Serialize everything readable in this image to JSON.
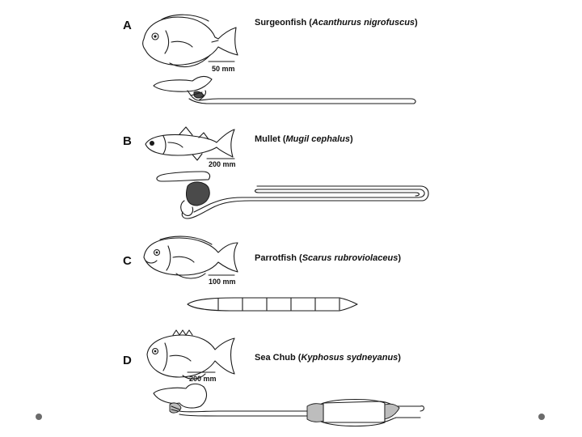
{
  "panels": [
    {
      "letter": "A",
      "common_name": "Surgeonfish",
      "scientific_name": "Acanthurus nigrofuscus",
      "scale": "50 mm"
    },
    {
      "letter": "B",
      "common_name": "Mullet",
      "scientific_name": "Mugil cephalus",
      "scale": "200 mm"
    },
    {
      "letter": "C",
      "common_name": "Parrotfish",
      "scientific_name": "Scarus rubroviolaceus",
      "scale": "100 mm"
    },
    {
      "letter": "D",
      "common_name": "Sea Chub",
      "scientific_name": "Kyphosus sydneyanus",
      "scale": "200 mm"
    }
  ],
  "colors": {
    "ink": "#1a1a1a",
    "nav_dot": "#6b6b6b",
    "background": "#ffffff"
  },
  "nav": {
    "prev_icon": "circle-dot-icon",
    "next_icon": "circle-dot-icon"
  }
}
